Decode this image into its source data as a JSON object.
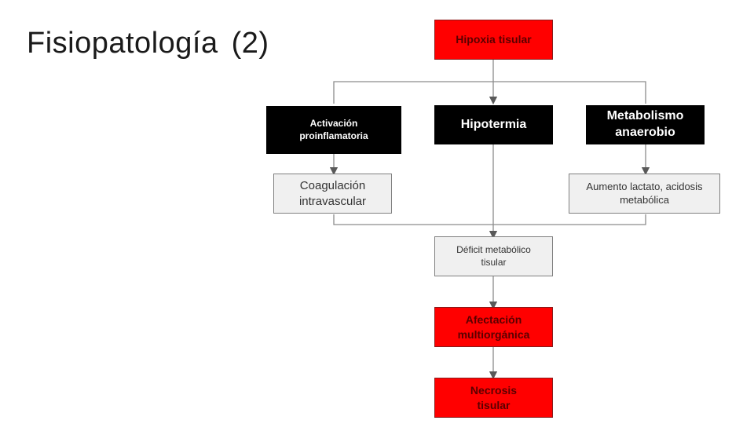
{
  "title": "Fisiopatología (2)",
  "nodes": {
    "hipoxia": "Hipoxia tisular",
    "activacion": "Activación proinflamatoria",
    "hipotermia": "Hipotermia",
    "metabolismo": "Metabolismo anaerobio",
    "coagulacion": "Coagulación intravascular",
    "aumento": "Aumento lactato, acidosis metabólica",
    "deficit": "Déficit metabólico tisular",
    "afectacion": "Afectación multiorgánica",
    "necrosis": "Necrosis tisular"
  },
  "colors": {
    "red": "#ff0000",
    "black": "#000000",
    "grey": "#f0f0f0",
    "line": "#8c8c8c"
  }
}
